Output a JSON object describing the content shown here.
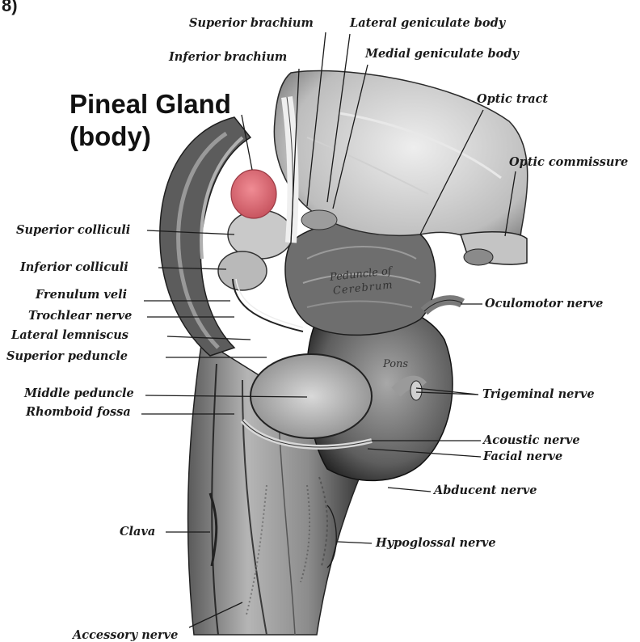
{
  "corner_text": "8)",
  "title": {
    "line1": "Pineal Gland",
    "line2": "(body)"
  },
  "highlight_color": "#e0707a",
  "labels": {
    "superior_brachium": "Superior brachium",
    "lateral_geniculate_body": "Lateral geniculate body",
    "inferior_brachium": "Inferior brachium",
    "medial_geniculate_body": "Medial geniculate body",
    "optic_tract": "Optic tract",
    "optic_commissure": "Optic commissure",
    "superior_colliculi": "Superior colliculi",
    "inferior_colliculi": "Inferior colliculi",
    "frenulum_veli": "Frenulum veli",
    "trochlear_nerve": "Trochlear nerve",
    "lateral_lemniscus": "Lateral lemniscus",
    "superior_peduncle": "Superior peduncle",
    "middle_peduncle": "Middle peduncle",
    "rhomboid_fossa": "Rhomboid fossa",
    "clava": "Clava",
    "accessory_nerve": "Accessory nerve",
    "oculomotor_nerve": "Oculomotor nerve",
    "trigeminal_nerve": "Trigeminal nerve",
    "acoustic_nerve": "Acoustic nerve",
    "facial_nerve": "Facial nerve",
    "abducent_nerve": "Abducent nerve",
    "hypoglossal_nerve": "Hypoglossal nerve"
  },
  "inner_labels": {
    "peduncle_line1": "Peduncle of",
    "peduncle_line2": "Cerebrum",
    "pons": "Pons"
  }
}
